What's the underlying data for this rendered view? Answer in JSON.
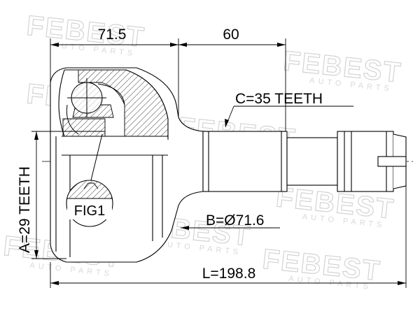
{
  "dimensions": {
    "body_length": "71.5",
    "shaft_length": "60",
    "total_length": "L=198.8",
    "outer_diameter": "B=Ø71.6",
    "outer_splines": "C=35 TEETH",
    "inner_splines": "A=29 TEETH"
  },
  "labels": {
    "figure": "FIG1"
  },
  "watermark": {
    "brand": "FEBEST",
    "tagline": "AUTO PARTS"
  },
  "colors": {
    "line": "#000000",
    "watermark": "#d4d4d4"
  }
}
